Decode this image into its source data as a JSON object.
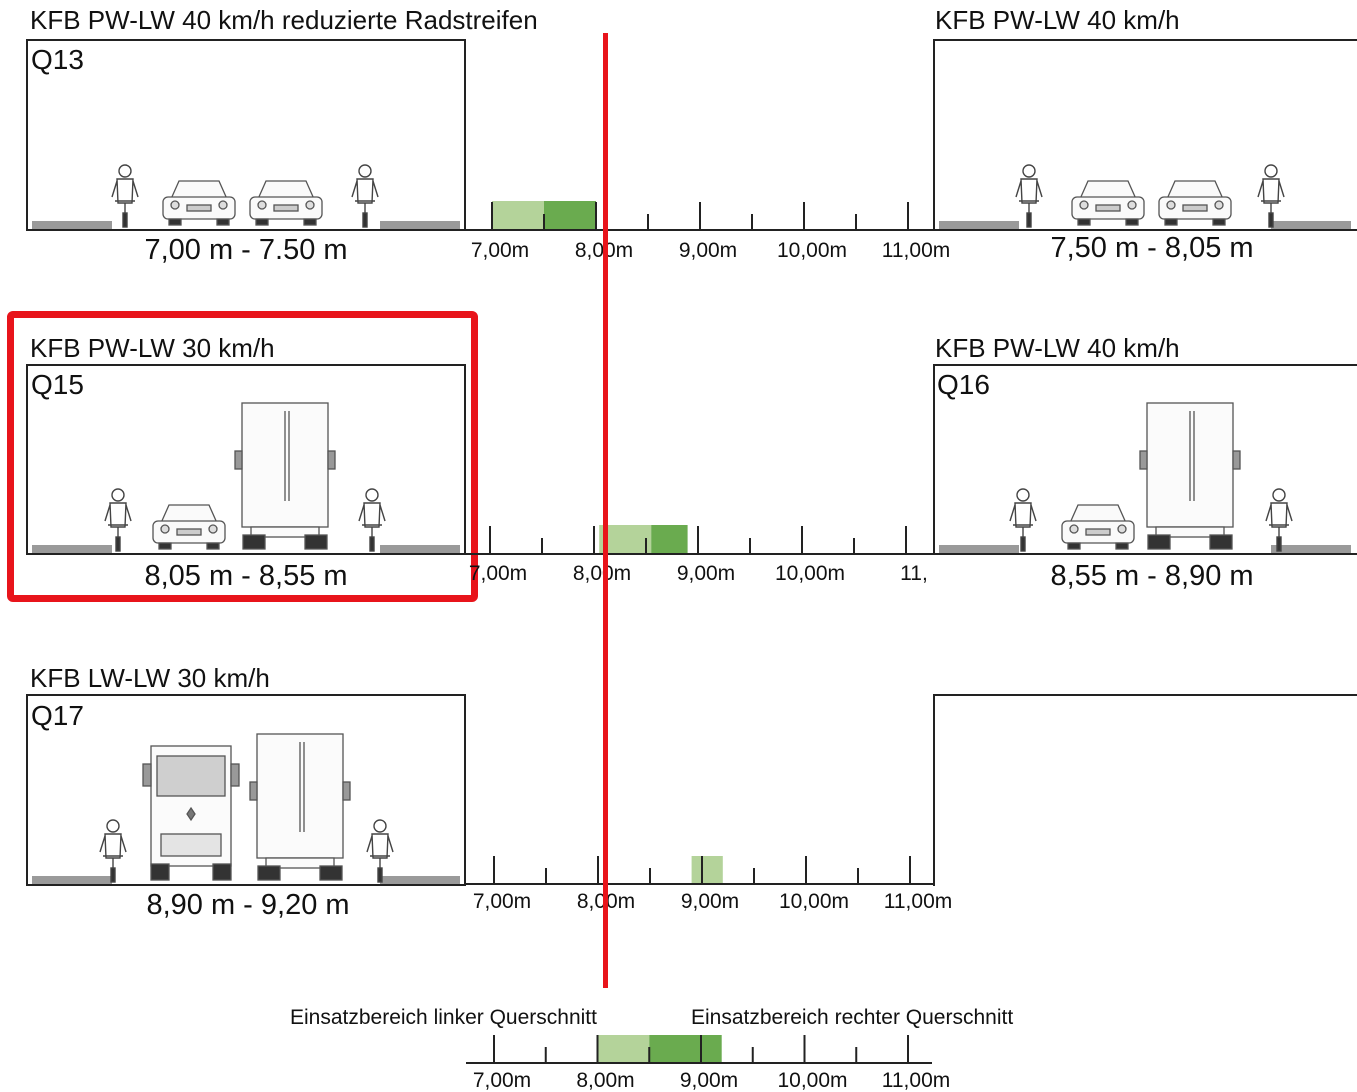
{
  "colors": {
    "divider": "#e8141b",
    "left_range": "#b4d39a",
    "right_range": "#6aab4f",
    "line": "#222222",
    "sidewalk": "#9a9a9a"
  },
  "scale_labels": [
    "7,00m",
    "8,00m",
    "9,00m",
    "10,00m",
    "11,00m"
  ],
  "rows": [
    {
      "left": {
        "title": "KFB PW-LW 40 km/h reduzierte Radstreifen",
        "qlabel": "Q13",
        "range_text": "7,00 m - 7.50 m",
        "vehicles": [
          "bicycle-icon",
          "car-icon",
          "car-icon",
          "bicycle-icon"
        ]
      },
      "right": {
        "title": "KFB PW-LW 40 km/h",
        "qlabel": "",
        "range_text": "7,50 m - 8,05 m",
        "vehicles": [
          "bicycle-icon",
          "car-icon",
          "car-icon",
          "bicycle-icon"
        ]
      },
      "scale": {
        "labels": [
          "7,00m",
          "8,00m",
          "9,00m",
          "10,00m",
          "11,00m"
        ],
        "left_range": [
          7.0,
          7.5
        ],
        "right_range": [
          7.5,
          8.0
        ]
      }
    },
    {
      "left": {
        "title": "KFB PW-LW 30 km/h",
        "qlabel": "Q15",
        "range_text": "8,05 m - 8,55 m",
        "vehicles": [
          "bicycle-icon",
          "car-icon",
          "truck-rear-icon",
          "bicycle-icon"
        ]
      },
      "right": {
        "title": "KFB PW-LW  40 km/h",
        "qlabel": "Q16",
        "range_text": "8,55 m - 8,90 m",
        "vehicles": [
          "bicycle-icon",
          "car-icon",
          "truck-rear-icon",
          "bicycle-icon"
        ]
      },
      "scale": {
        "labels": [
          "7,00m",
          "8,00m",
          "9,00m",
          "10,00m",
          "11,"
        ],
        "left_range": [
          8.05,
          8.55
        ],
        "right_range": [
          8.55,
          8.9
        ]
      }
    },
    {
      "left": {
        "title": "KFB LW-LW  30 km/h",
        "qlabel": "Q17",
        "range_text": "8,90 m - 9,20 m",
        "vehicles": [
          "bicycle-icon",
          "truck-front-icon",
          "truck-rear-icon",
          "bicycle-icon"
        ]
      },
      "right": {
        "title": "",
        "qlabel": "",
        "range_text": "",
        "vehicles": []
      },
      "scale": {
        "labels": [
          "7,00m",
          "8,00m",
          "9,00m",
          "10,00m",
          "11,00m"
        ],
        "left_range": [
          8.9,
          9.2
        ],
        "right_range": null
      }
    }
  ],
  "legend": {
    "left_label": "Einsatzbereich linker Querschnitt",
    "right_label": "Einsatzbereich rechter Querschnitt",
    "scale_labels": [
      "7,00m",
      "8,00m",
      "9,00m",
      "10,00m",
      "11,00m"
    ],
    "left_range": [
      8.0,
      8.5
    ],
    "right_range": [
      8.5,
      9.2
    ]
  },
  "highlight": {
    "row": 1,
    "side": "left"
  }
}
